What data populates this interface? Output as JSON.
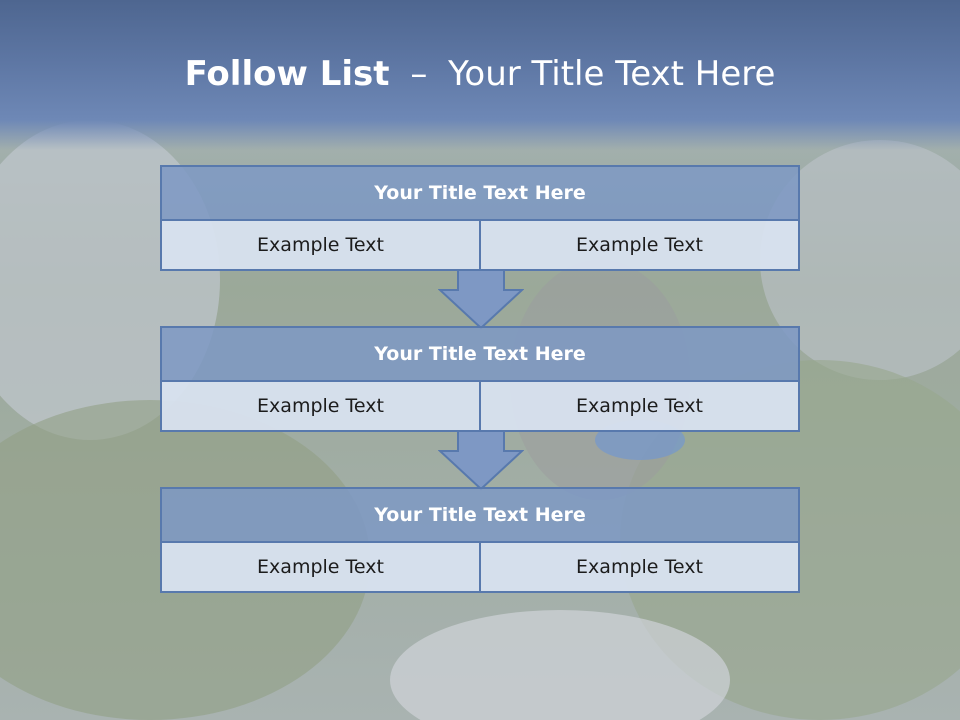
{
  "slide": {
    "title_bold": "Follow List",
    "title_sep": "–",
    "title_rest": "Your Title Text Here"
  },
  "blocks": [
    {
      "title": "Your Title Text Here",
      "cells": [
        "Example Text",
        "Example Text"
      ]
    },
    {
      "title": "Your Title Text Here",
      "cells": [
        "Example Text",
        "Example Text"
      ]
    },
    {
      "title": "Your Title Text Here",
      "cells": [
        "Example Text",
        "Example Text"
      ]
    }
  ],
  "colors": {
    "header": "#5d76a3",
    "box_fill": "#7e98c4",
    "box_border": "#5879ad",
    "cell_fill": "#d8e1ef",
    "arrow": "#7e98c4"
  },
  "icons": [
    "down-arrow-icon"
  ]
}
